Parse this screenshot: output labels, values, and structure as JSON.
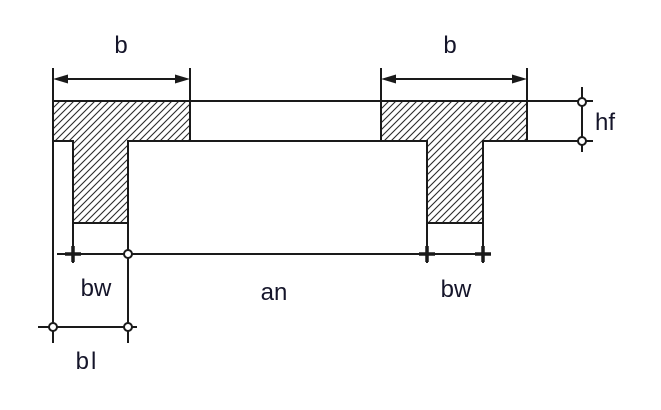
{
  "colors": {
    "background": "#ffffff",
    "line": "#1a1a1a",
    "label": "#15152a",
    "hatch": "#2a2a2a"
  },
  "labels": {
    "flange_width_left": "b",
    "flange_width_right": "b",
    "flange_thickness": "hf",
    "web_width_left": "bw",
    "web_width_right": "bw",
    "clear_span": "an",
    "edge_width": "bl"
  }
}
